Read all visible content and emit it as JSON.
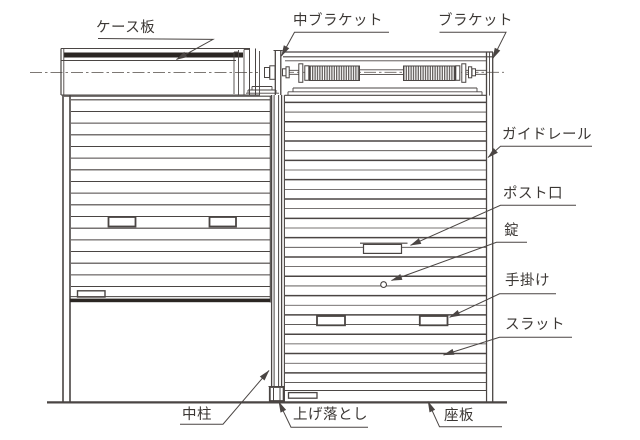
{
  "labels": {
    "case_plate": "ケース板",
    "middle_bracket": "中ブラケット",
    "bracket": "ブラケット",
    "guide_rail": "ガイドレール",
    "post_slot": "ポスト口",
    "lock": "錠",
    "hand_grip": "手掛け",
    "slat": "スラット",
    "middle_post": "中柱",
    "drop_bolt": "上げ落とし",
    "bottom_plate": "座板"
  },
  "colors": {
    "line": "#4a4543",
    "dark_band": "#2b2623",
    "text": "#3b3734",
    "background": "#ffffff"
  }
}
